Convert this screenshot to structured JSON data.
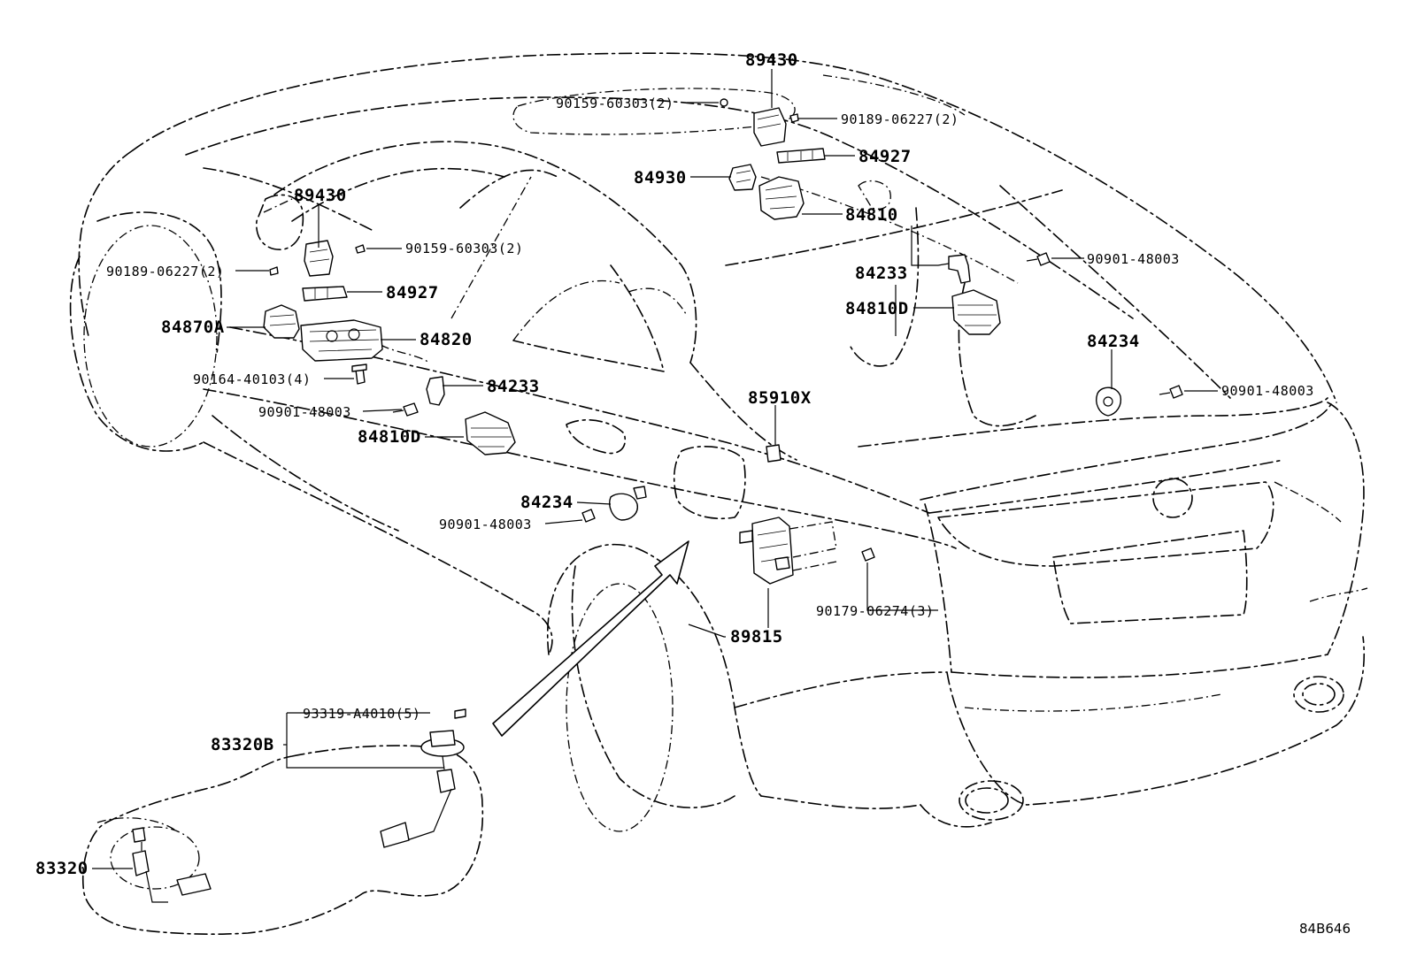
{
  "diagram": {
    "reference": "84B646",
    "labels": {
      "l_89430_top": "89430",
      "l_90159_top": "90159-60303(2)",
      "l_90189_top": "90189-06227(2)",
      "l_84927_top": "84927",
      "l_84930": "84930",
      "l_84810": "84810",
      "l_84233_right": "84233",
      "l_90901_right1": "90901-48003",
      "l_84810D_right": "84810D",
      "l_84234_right": "84234",
      "l_90901_right2": "90901-48003",
      "l_85910X": "85910X",
      "l_89430_left": "89430",
      "l_90159_left": "90159-60303(2)",
      "l_90189_left": "90189-06227(2)",
      "l_84927_left": "84927",
      "l_84870A": "84870A",
      "l_84820": "84820",
      "l_90164": "90164-40103(4)",
      "l_84233_left": "84233",
      "l_90901_left": "90901-48003",
      "l_84810D_left": "84810D",
      "l_84234_left": "84234",
      "l_90901_lower": "90901-48003",
      "l_90179": "90179-06274(3)",
      "l_89815": "89815",
      "l_93319": "93319-A4010(5)",
      "l_83320B": "83320B",
      "l_83320": "83320"
    }
  }
}
